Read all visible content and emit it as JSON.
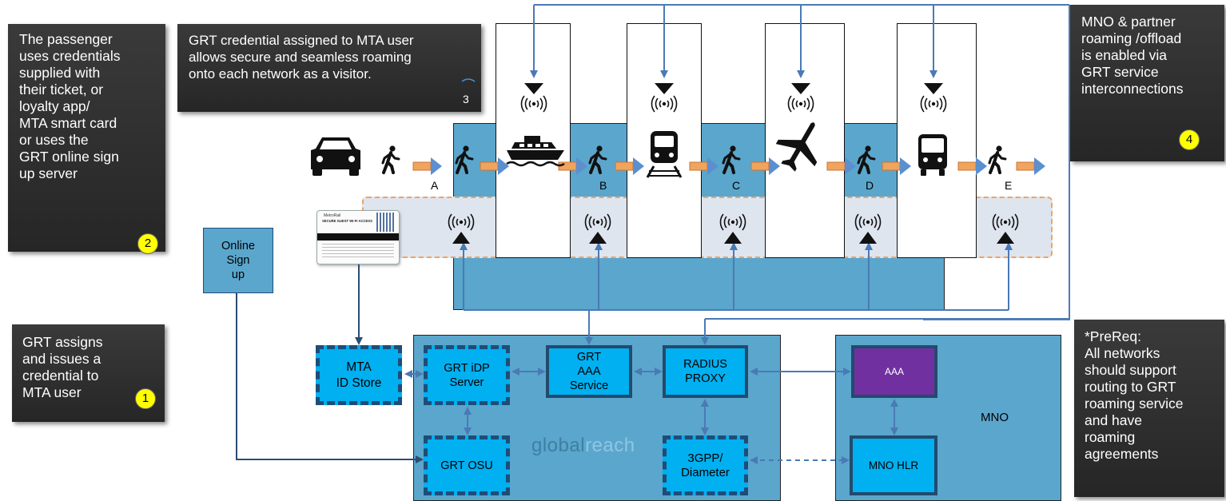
{
  "notes": {
    "n1": {
      "text": "GRT assigns\nand issues a\ncredential to\nMTA user",
      "badge": "1"
    },
    "n2": {
      "text": "The passenger\nuses credentials\nsupplied with\ntheir ticket, or\nloyalty app/\nMTA smart card\nor uses the\nGRT online sign\nup server",
      "badge": "2"
    },
    "n3": {
      "text": "GRT credential assigned to MTA user\nallows secure and seamless roaming\nonto each network as a visitor.",
      "badge": "3"
    },
    "n4": {
      "text": "MNO & partner\nroaming /offload\nis enabled via\nGRT service\ninterconnections",
      "badge": "4"
    },
    "n5": {
      "text": "*PreReq:\nAll networks\nshould support\nrouting to GRT\nroaming  service\nand have\nroaming\nagreements"
    }
  },
  "online_signup": "Online\nSign\nup",
  "zones": [
    "A",
    "B",
    "C",
    "D",
    "E"
  ],
  "boxes": {
    "mta_id_store": "MTA\nID Store",
    "grt_idp": "GRT iDP\nServer",
    "grt_aaa": "GRT\nAAA\nService",
    "radius_proxy": "RADIUS\nPROXY",
    "grt_osu": "GRT OSU",
    "diameter": "3GPP/\nDiameter",
    "aaa": "AAA",
    "mno_hlr": "MNO  HLR",
    "mno_label": "MNO"
  },
  "watermark": {
    "part1": "global",
    "part2": "reach"
  },
  "ticket": {
    "brand": "MetroRail",
    "title": "SECURE GUEST WI-FI ACCESS"
  },
  "colors": {
    "steel_blue": "#5ba6cc",
    "navy": "#234a6d",
    "cyan": "#00b0f0",
    "purple": "#7030a0",
    "arrow_orange": "#f0a45c",
    "note_bg": "#2e2e2e",
    "badge": "#ffff00"
  },
  "icons": [
    "car-icon",
    "walker-icon",
    "ferry-icon",
    "train-icon",
    "plane-icon",
    "bus-icon",
    "wifi-antenna-icon",
    "ticket-card-icon"
  ]
}
